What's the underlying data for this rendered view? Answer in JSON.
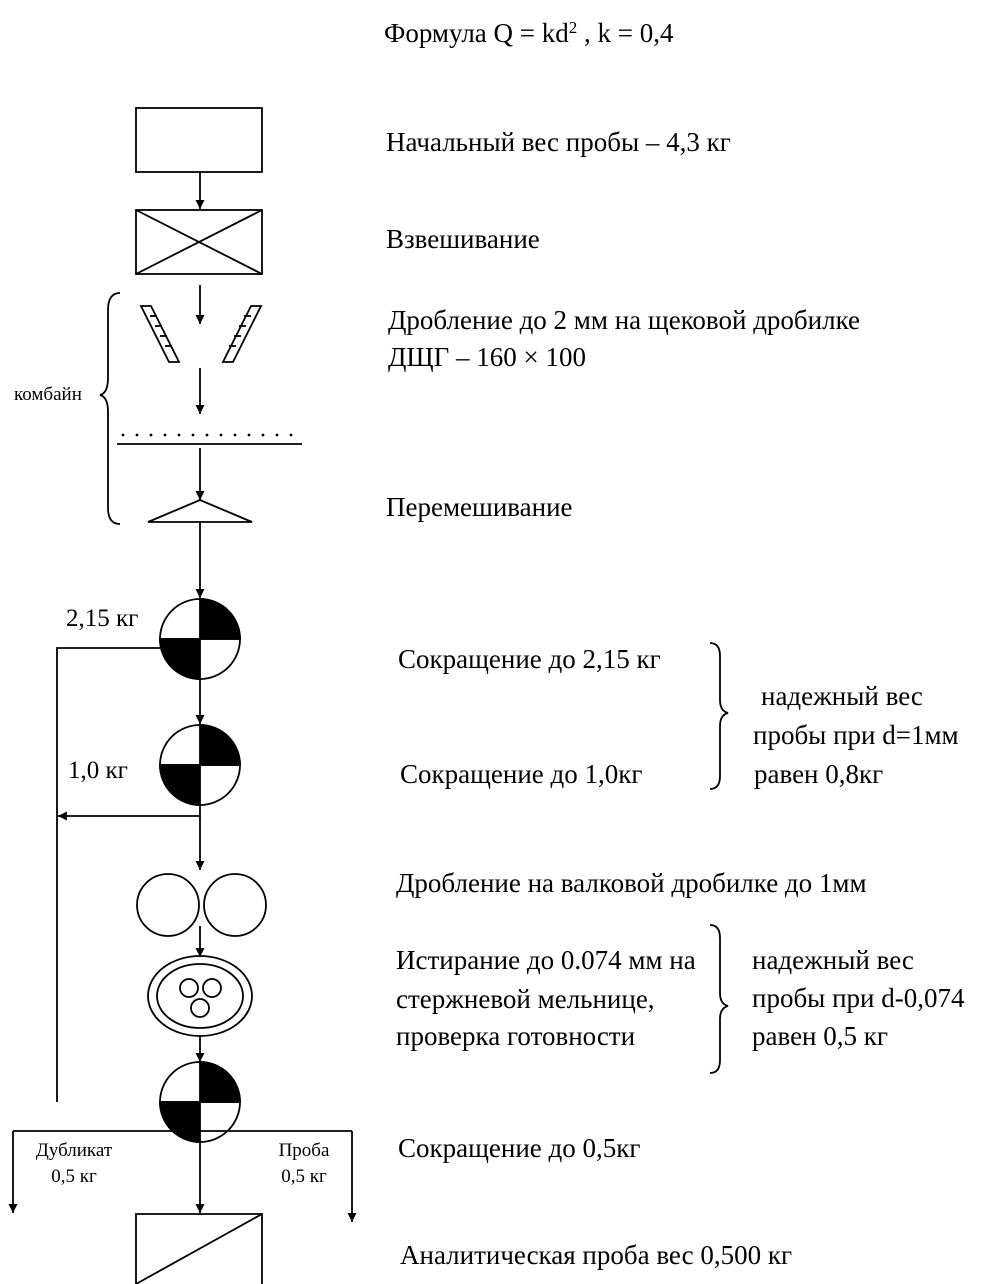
{
  "formula": {
    "prefix": "Формула Q = kd",
    "sup": "2",
    "suffix": " , k = 0,4"
  },
  "steps": {
    "initial_weight": "Начальный вес пробы – 4,3 кг",
    "weighing": "Взвешивание",
    "jaw_crushing_1": "Дробление до 2 мм на щековой дробилке",
    "jaw_crushing_2": "ДЩГ – 160 × 100",
    "mixing": "Перемешивание",
    "reduce_215": "Сокращение до 2,15 кг",
    "reduce_10": "Сокращение до 1,0кг",
    "roll_crushing": "Дробление на валковой дробилке до 1мм",
    "grinding_1": "Истирание до 0.074 мм на",
    "grinding_2": "стержневой мельнице,",
    "grinding_3": "проверка готовности",
    "reduce_05": "Сокращение до 0,5кг",
    "analytical": "Аналитическая проба вес 0,500 кг"
  },
  "notes": {
    "reliable_1mm": [
      "надежный вес",
      "пробы при d=1мм",
      "равен 0,8кг"
    ],
    "reliable_0074": [
      "надежный вес",
      "пробы при d-0,074",
      "равен 0,5 кг"
    ]
  },
  "side_labels": {
    "combine": "комбайн",
    "mass_215": "2,15 кг",
    "mass_10": "1,0 кг",
    "duplicate": [
      "Дубликат",
      "0,5 кг"
    ],
    "sample": [
      "Проба",
      "0,5 кг"
    ]
  }
}
